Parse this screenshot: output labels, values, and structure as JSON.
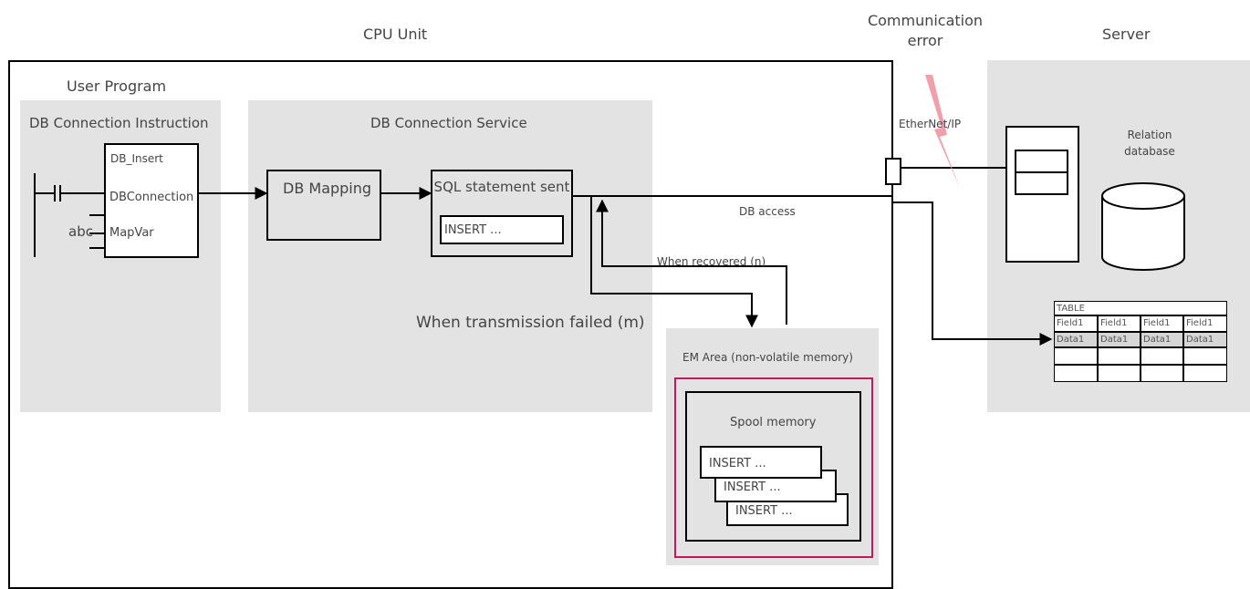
{
  "labels": {
    "cpu_unit": "CPU Unit",
    "communication_error": "Communication error",
    "server": "Server",
    "user_program": "User Program",
    "db_connection_instruction": "DB Connection Instruction",
    "db_connection_service": "DB Connection Service",
    "ethernet_ip": "EtherNet/IP",
    "relation_database": "Relation database",
    "db_access": "DB access",
    "when_recovered": "When recovered (n)",
    "when_transmission_failed": "When transmission failed (m)",
    "em_area": "EM Area (non-volatile memory)",
    "spool_memory": "Spool memory"
  },
  "instruction_block": {
    "name": "DB_Insert",
    "pin_dbconnection": "DBConnection",
    "pin_mapvar": "MapVar",
    "input_var": "abc"
  },
  "db_mapping": "DB Mapping",
  "sql_box": {
    "title": "SQL statement sent",
    "statement": "INSERT ..."
  },
  "spool_entries": [
    "INSERT ...",
    "INSERT ...",
    "INSERT ..."
  ],
  "table": {
    "title": "TABLE",
    "header": [
      "Field1",
      "Field1",
      "Field1",
      "Field1"
    ],
    "row1": [
      "Data1",
      "Data1",
      "Data1",
      "Data1"
    ]
  },
  "colors": {
    "panel": "#e3e3e3",
    "em_border": "#c2185b",
    "lightning": "#f0a0aa"
  }
}
